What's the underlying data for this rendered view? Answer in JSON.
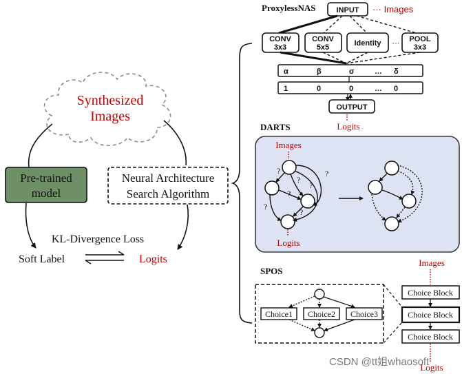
{
  "left": {
    "synthesized_line1": "Synthesized",
    "synthesized_line2": "Images",
    "pretrained_line1": "Pre-trained",
    "pretrained_line2": "model",
    "nas_line1": "Neural Architecture",
    "nas_line2": "Search Algorithm",
    "kl_loss": "KL-Divergence Loss",
    "soft_label": "Soft Label",
    "logits": "Logits"
  },
  "proxyless": {
    "title": "ProxylessNAS",
    "input": "INPUT",
    "images_label": "··· Images",
    "ops": [
      {
        "line1": "CONV",
        "line2": "3x3"
      },
      {
        "line1": "CONV",
        "line2": "5x5"
      },
      {
        "line1": "Identity",
        "line2": ""
      },
      {
        "line1": "POOL",
        "line2": "3x3"
      }
    ],
    "ops_ellipsis": "···",
    "alpha_row": [
      "α",
      "β",
      "σ",
      "…",
      "δ"
    ],
    "binary_row": [
      "1",
      "0",
      "0",
      "…",
      "0"
    ],
    "output": "OUTPUT",
    "logits": "Logits"
  },
  "darts": {
    "title": "DARTS",
    "images": "Images",
    "logits": "Logits",
    "question_mark": "?"
  },
  "spos": {
    "title": "SPOS",
    "choices": [
      "Choice1",
      "Choice2",
      "Choice3"
    ],
    "images": "Images",
    "choice_block": "Choice Block",
    "logits": "Logits"
  },
  "watermark": "CSDN @tt姐whaosoft",
  "colors": {
    "accent_red": "#c00000",
    "pretrained_fill": "#6f8f66",
    "darts_bg": "#dde3f2",
    "darts_border": "#3a3a3a"
  }
}
